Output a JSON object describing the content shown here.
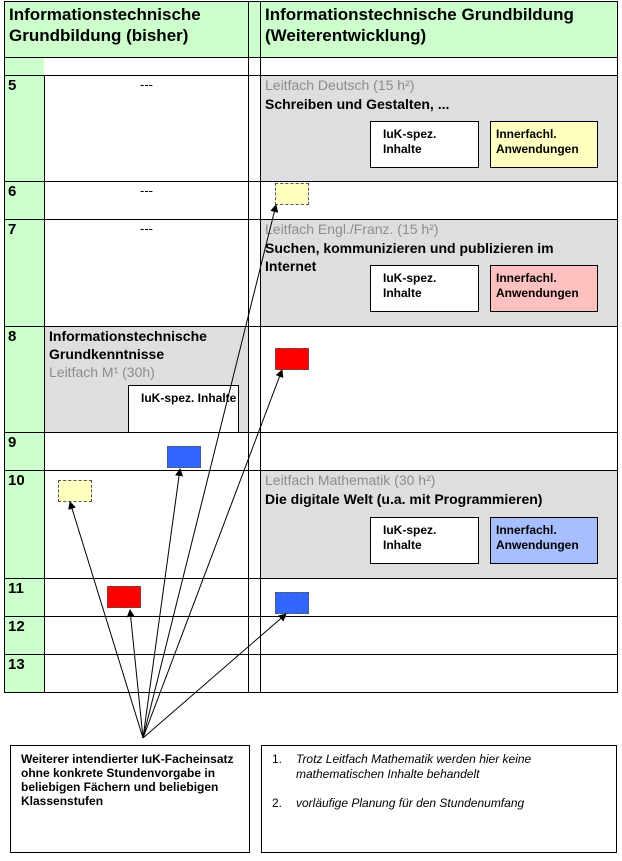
{
  "header": {
    "left_title": "Informationstechnische Grundbildung (bisher)",
    "right_title": "Informationstechnische Grundbildung (Weiterentwicklung)"
  },
  "grades": [
    "5",
    "6",
    "7",
    "8",
    "9",
    "10",
    "11",
    "12",
    "13"
  ],
  "left_col": {
    "dash_5": "---",
    "dash_6": "---",
    "dash_7": "---",
    "grade8_title": "Informationstechnische Grundkenntnisse",
    "grade8_leitfach": "Leitfach M¹ (30h)",
    "grade8_box": "IuK-spez. Inhalte"
  },
  "right_col": {
    "deutsch_leitfach": "Leitfach Deutsch (15 h²)",
    "deutsch_topic": "Schreiben und Gestalten, ...",
    "engl_leitfach": "Leitfach Engl./Franz. (15 h²)",
    "engl_topic": "Suchen, kommunizieren und publizieren im Internet",
    "mathe_leitfach": "Leitfach Mathematik (30 h²)",
    "mathe_topic": "Die digitale Welt (u.a. mit Programmieren)",
    "iuk_box": "IuK-spez. Inhalte",
    "innerfachl_box": "Innerfachl. Anwendungen"
  },
  "colors": {
    "grade_col": "#ccffcc",
    "leitfach_bg": "#dedede",
    "yellow": "#ffffc0",
    "pink": "#ffc0c0",
    "red": "#ff0000",
    "blue": "#3366ff",
    "light_blue": "#a8bfff"
  },
  "footer": {
    "left_note": "Weiterer intendierter IuK-Facheinsatz ohne konkrete Stundenvorgabe in beliebigen Fächern und beliebigen Klassenstufen",
    "footnote_1_num": "1.",
    "footnote_1": "Trotz Leitfach Mathematik werden hier keine mathematischen Inhalte behandelt",
    "footnote_2_num": "2.",
    "footnote_2": "vorläufige Planung für den Stundenumfang"
  }
}
